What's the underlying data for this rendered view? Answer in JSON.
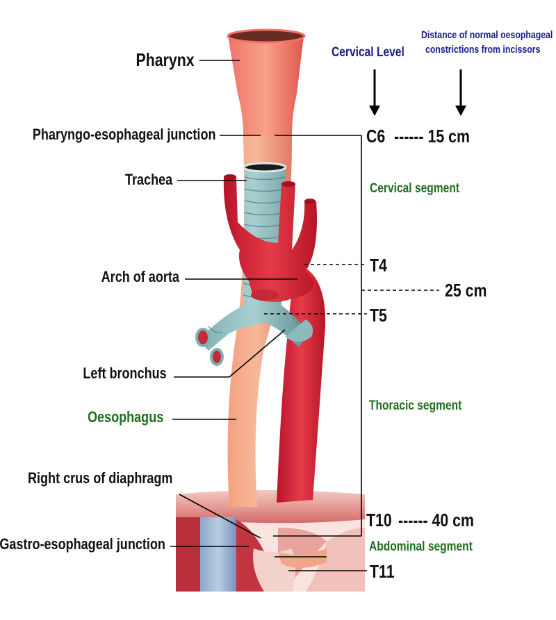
{
  "labels": {
    "pharynx": "Pharynx",
    "pe_junction": "Pharyngo-esophageal junction",
    "trachea": "Trachea",
    "arch_aorta": "Arch of aorta",
    "left_bronchus": "Left bronchus",
    "oesophagus": "Oesophagus",
    "right_crus": "Right crus of diaphragm",
    "ge_junction": "Gastro-esophageal junction"
  },
  "headers": {
    "cervical_level": "Cervical Level",
    "distance_line1": "Distance of normal oesophageal",
    "distance_line2": "constrictions from incissors"
  },
  "levels": {
    "c6": "C6",
    "t4": "T4",
    "t5": "T5",
    "t10": "T10",
    "t11": "T11"
  },
  "distances": {
    "d15": "------  15 cm",
    "d25": "25 cm",
    "d40": "------  40 cm"
  },
  "segments": {
    "cervical": "Cervical segment",
    "thoracic": "Thoracic segment",
    "abdominal": "Abdominal segment"
  },
  "colors": {
    "oesophagus": "#f0876e",
    "aorta": "#d8283a",
    "trachea": "#6fa7a6",
    "label_blue": "#1a1a8c",
    "label_green": "#1f6e1f"
  }
}
